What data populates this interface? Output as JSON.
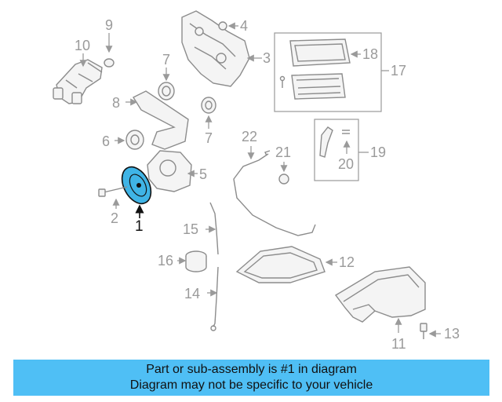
{
  "callouts": {
    "c1": "1",
    "c2": "2",
    "c3": "3",
    "c4": "4",
    "c5": "5",
    "c6": "6",
    "c7a": "7",
    "c7b": "7",
    "c8": "8",
    "c9": "9",
    "c10": "10",
    "c11": "11",
    "c12": "12",
    "c13": "13",
    "c14": "14",
    "c15": "15",
    "c16": "16",
    "c17": "17",
    "c18": "18",
    "c19": "19",
    "c20": "20",
    "c21": "21",
    "c22": "22"
  },
  "highlight": {
    "part": "1",
    "color": "#3fb4e6"
  },
  "banner": {
    "line1": "Part or sub-assembly is #1 in diagram",
    "line2": "Diagram may not be specific to your vehicle",
    "color": "#4fbff5"
  }
}
